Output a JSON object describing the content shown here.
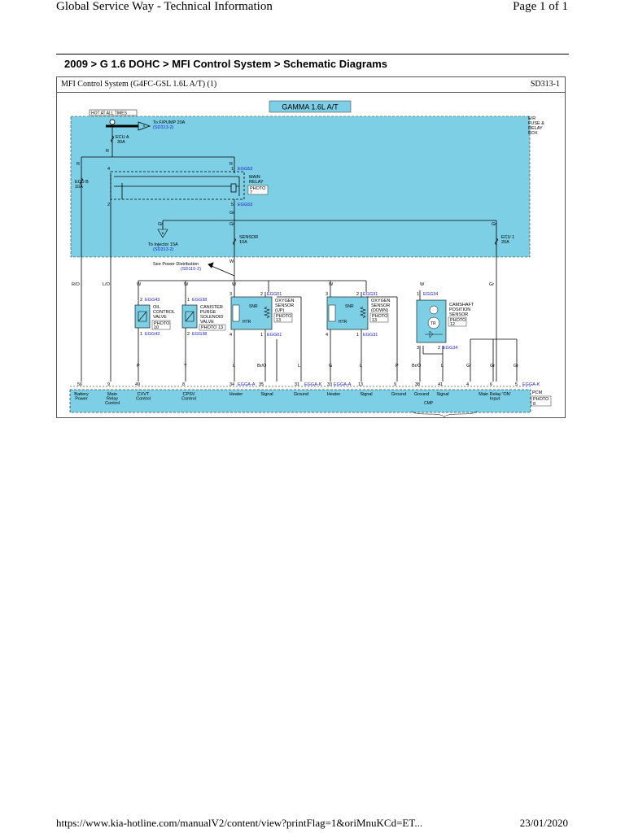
{
  "page": {
    "header_left": "Global Service Way - Technical Information",
    "header_right": "Page 1 of 1",
    "breadcrumb": "2009 > G 1.6 DOHC > MFI Control System > Schematic Diagrams",
    "footer_url": "https://www.kia-hotline.com/manualV2/content/view?printFlag=1&oriMnuKCd=ET...",
    "footer_date": "23/01/2020"
  },
  "sheet": {
    "title": "MFI Control System (G4FC-GSL 1.6L A/T) (1)",
    "code": "SD313-1",
    "model_label": "GAMMA 1.6L A/T"
  },
  "fuse_box": {
    "hot_label": "HOT AT ALL TIMES",
    "box_label": [
      "E/R",
      "FUSE &",
      "RELAY",
      "BOX"
    ],
    "fpump_ref": "To F/PUMP 20A",
    "fpump_code": "(SD313-2)",
    "fpump_connector": "A",
    "ecu_a": [
      "ECU A",
      "30A"
    ],
    "ecu_b": [
      "ECU B",
      "10A"
    ],
    "main_relay": [
      "MAIN",
      "RELAY"
    ],
    "main_relay_photo": [
      "PHOTO",
      "7"
    ],
    "relay_connector_top": "EGG53",
    "relay_connector_bottom": "EGG53",
    "injector_ref": "To Injector 15A",
    "injector_code": "(SD313-2)",
    "injector_connector": "B",
    "sensor_fuse": [
      "SENSOR",
      "10A"
    ],
    "ecu1_fuse": [
      "ECU 1",
      "20A"
    ]
  },
  "power_dist": {
    "label": "See Power Distribution",
    "code": "(SD110-2)"
  },
  "components": {
    "ocv": {
      "connector": "EGG43",
      "name": [
        "OIL",
        "CONTROL",
        "VALVE"
      ],
      "photo": [
        "PHOTO",
        "10"
      ],
      "bottom_connector": "EGG43"
    },
    "cpsv": {
      "connector": "EGG38",
      "name": [
        "CANISTER",
        "PURGE",
        "SOLENOID",
        "VALVE"
      ],
      "photo": "PHOTO 13",
      "bottom_connector": "EGG38"
    },
    "o2_up": {
      "connector": "EGG01",
      "name": [
        "OXYGEN",
        "SENSOR",
        "(UP)"
      ],
      "photo": [
        "PHOTO",
        "13"
      ],
      "bottom_connector": "EGG01",
      "snr": "SNR",
      "htr": "HTR"
    },
    "o2_down": {
      "connector": "EGG31",
      "name": [
        "OXYGEN",
        "SENSOR",
        "(DOWN)"
      ],
      "photo": [
        "PHOTO",
        "13"
      ],
      "bottom_connector": "EGG31",
      "snr": "SNR",
      "htr": "HTR"
    },
    "cmp": {
      "connector": "EGG34",
      "name": [
        "CAMSHAFT",
        "POSITION",
        "SENSOR"
      ],
      "photo": [
        "PHOTO",
        "12"
      ],
      "bottom_connector": "EGG34",
      "tr": "TR"
    }
  },
  "wires": {
    "upper": [
      "R/O",
      "L/O",
      "W",
      "W",
      "W",
      "W",
      "W",
      "Gr"
    ],
    "lower": [
      "P",
      "Y",
      "L",
      "Br/O",
      "L",
      "G",
      "L",
      "P",
      "Br/O",
      "L",
      "Gr",
      "Gr",
      "Gr"
    ],
    "fuse_box_colors": [
      "R",
      "R",
      "R",
      "R",
      "Gr",
      "Gr",
      "Gr",
      "W",
      "W"
    ]
  },
  "pcm": {
    "label": "PCM",
    "photo": [
      "PHOTO",
      "8"
    ],
    "connectors": [
      "EGGA-A",
      "EGGA-K",
      "EGGA-A",
      "EGGA-K"
    ],
    "pins": [
      "56",
      "9",
      "49",
      "8",
      "34",
      "35",
      "31",
      "33",
      "13",
      "9",
      "38",
      "41",
      "4",
      "6",
      "5"
    ],
    "labels": [
      [
        "Battery",
        "Power"
      ],
      [
        "Main",
        "Relay",
        "Control"
      ],
      [
        "CVVT",
        "Control"
      ],
      [
        "CPSV",
        "Control"
      ],
      [
        "Heater"
      ],
      [
        "Signal"
      ],
      [
        "Ground"
      ],
      [
        "Heater"
      ],
      [
        "Signal"
      ],
      [
        "Ground"
      ],
      [
        "Ground"
      ],
      [
        "Signal"
      ],
      [
        "Main Relay 'ON'",
        "Input"
      ]
    ],
    "cmp_group": "CMP"
  },
  "pins": {
    "r4": "4",
    "r1": "1",
    "r2": "2",
    "r5": "5",
    "ocv_top": "2",
    "ocv_bottom": "1",
    "cpsv_top": "1",
    "cpsv_bottom": "2",
    "o2u_3": "3",
    "o2u_2": "2",
    "o2u_4": "4",
    "o2u_1": "1",
    "o2d_3": "3",
    "o2d_2": "2",
    "o2d_4": "4",
    "o2d_1": "1",
    "cmp_1": "1",
    "cmp_3": "3",
    "cmp_2": "2"
  },
  "colors": {
    "fuse_box_fill": "#7ccfe4",
    "pcm_fill": "#7ccfe4",
    "component_fill": "#7ccfe4",
    "label_blue": "#1a1acc",
    "model_banner": "#7ccfe4"
  }
}
